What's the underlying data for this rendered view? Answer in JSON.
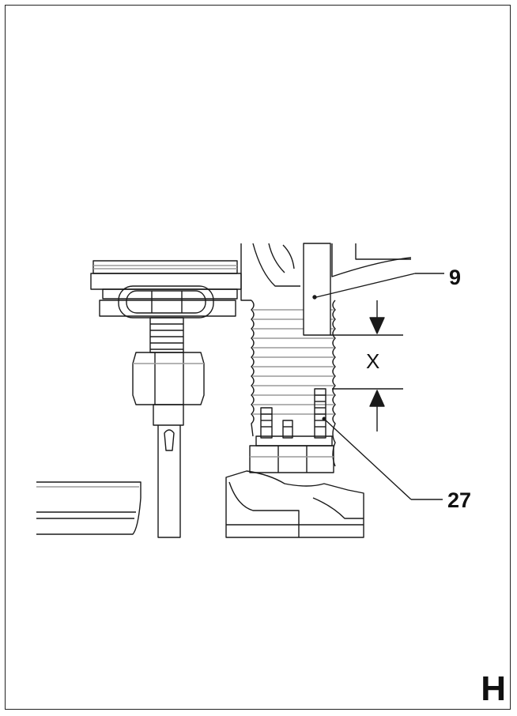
{
  "callouts": {
    "part_9": "9",
    "part_27": "27",
    "dimension": "X"
  },
  "sheet_letter": "H",
  "colors": {
    "line": "#1a1a1a",
    "hatch": "#9a9a9a",
    "background": "#ffffff"
  }
}
